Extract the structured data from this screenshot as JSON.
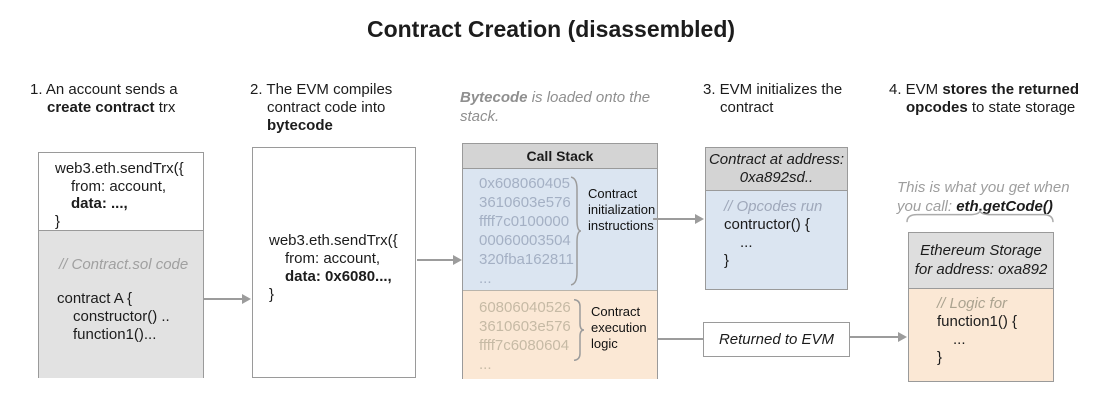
{
  "title": "Contract Creation (disassembled)",
  "colors": {
    "blue_fill": "#dbe5f1",
    "orange_fill": "#fbe8d5",
    "header_gray": "#d4d4d4",
    "box_gray": "#e2e2e2",
    "muted_blue_text": "#a4b0c4",
    "muted_tan_text": "#c6baa5",
    "connector_gray": "#9c9c9c"
  },
  "step1": {
    "heading_line1": "1. An account sends a",
    "heading_line2_bold": "create contract",
    "heading_line2_rest": " trx",
    "code_line1": "web3.eth.sendTrx({",
    "code_line2": "from: account,",
    "code_line3_bold": "data: ...,",
    "code_line4": "}",
    "comment": "// Contract.sol code",
    "sol_line1": "contract A {",
    "sol_line2": "constructor() ..",
    "sol_line3": "function1()..."
  },
  "step2": {
    "heading_line1": "2. The EVM compiles",
    "heading_line2": "contract code into",
    "heading_line3_bold": "bytecode",
    "code_line1": "web3.eth.sendTrx({",
    "code_line2": "from: account,",
    "code_line3_bold": "data: 0x6080...,",
    "code_line4": "}"
  },
  "stack": {
    "caption_bold": "Bytecode",
    "caption_rest": " is loaded onto the stack.",
    "header": "Call Stack",
    "init_lines": [
      "0x608060405",
      "3610603e576",
      "ffff7c0100000",
      "00060003504",
      "320fba162811",
      "..."
    ],
    "init_label_line1": "Contract",
    "init_label_line2": "initialization",
    "init_label_line3": "instructions",
    "exec_lines": [
      "60806040526",
      "3610603e576",
      "ffff7c6080604",
      "..."
    ],
    "exec_label_line1": "Contract",
    "exec_label_line2": "execution",
    "exec_label_line3": "logic"
  },
  "step3": {
    "heading_line1": "3. EVM initializes the",
    "heading_line2": "contract",
    "box_header_line1": "Contract at address:",
    "box_header_line2": "0xa892sd..",
    "comment": "// Opcodes run",
    "code_line1": "contructor() {",
    "code_line2": "...",
    "code_line3": "}"
  },
  "returned_label": "Returned to EVM",
  "step4": {
    "heading_line1_prefix": "4. EVM ",
    "heading_line1_bold": "stores the returned",
    "heading_line2_bold": "opcodes",
    "heading_line2_rest": " to state storage",
    "note_line1": "This is what you get when",
    "note_line2_prefix": "you call: ",
    "note_line2_code": "eth.getCode()",
    "box_header_line1": "Ethereum Storage",
    "box_header_line2": "for address: oxa892",
    "comment": "// Logic for",
    "code_line1": "function1() {",
    "code_line2": "...",
    "code_line3": "}"
  }
}
